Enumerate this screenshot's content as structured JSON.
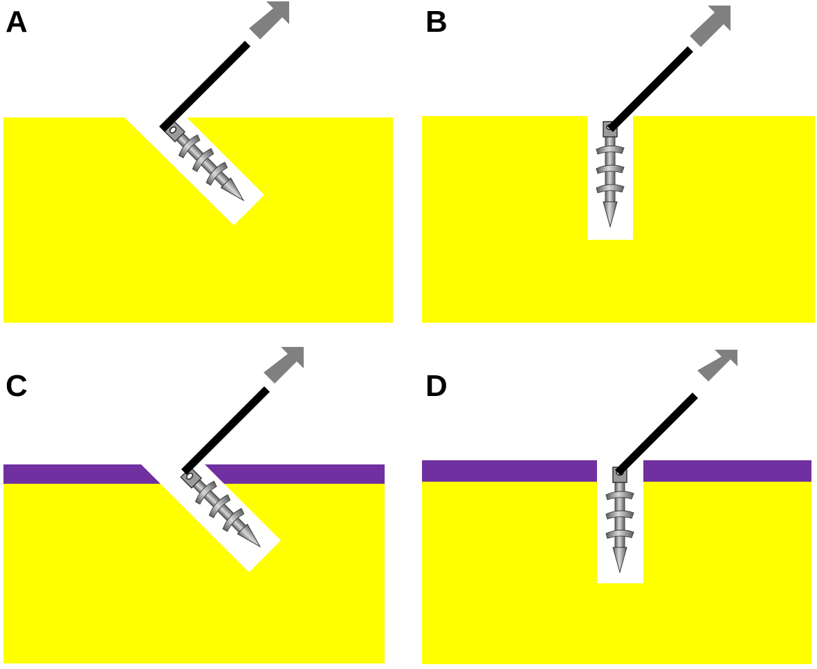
{
  "panels": [
    {
      "label": "A",
      "angled": true,
      "layer": false
    },
    {
      "label": "B",
      "angled": false,
      "layer": false
    },
    {
      "label": "C",
      "angled": true,
      "layer": true
    },
    {
      "label": "D",
      "angled": false,
      "layer": true
    }
  ],
  "colors": {
    "bone": "#ffff00",
    "layer": "#7030a0",
    "rod": "#000000",
    "arrow": "#808080",
    "screw_dark": "#5a5a5a",
    "screw_mid": "#9a9a9a",
    "screw_light": "#d8d8d8"
  },
  "icons": {
    "screw": "helical-bone-anchor-icon",
    "arrow": "pull-direction-arrow-icon"
  }
}
